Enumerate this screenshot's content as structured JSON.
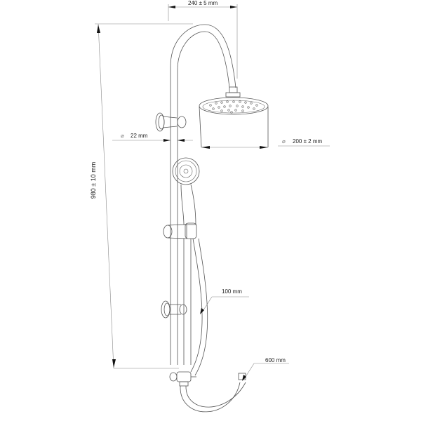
{
  "diagram": {
    "subject": "Shower column with overhead rain shower head, hand shower and hose",
    "dimensions": {
      "overhead_reach": "240 ± 5 mm",
      "total_height": "980 ± 10 mm",
      "pipe_diameter_symbol": "⌀",
      "pipe_diameter": "22 mm",
      "head_diameter_symbol": "⌀",
      "head_diameter": "200 ± 2 mm",
      "slide_travel": "100 mm",
      "hose_length": "600 mm"
    },
    "parts": [
      "gooseneck-arm",
      "rain-shower-head",
      "wall-bracket-upper",
      "riser-pipe",
      "hand-shower",
      "slide-holder",
      "wall-bracket-lower",
      "diverter-valve",
      "flexible-hose",
      "hose-nut"
    ]
  }
}
